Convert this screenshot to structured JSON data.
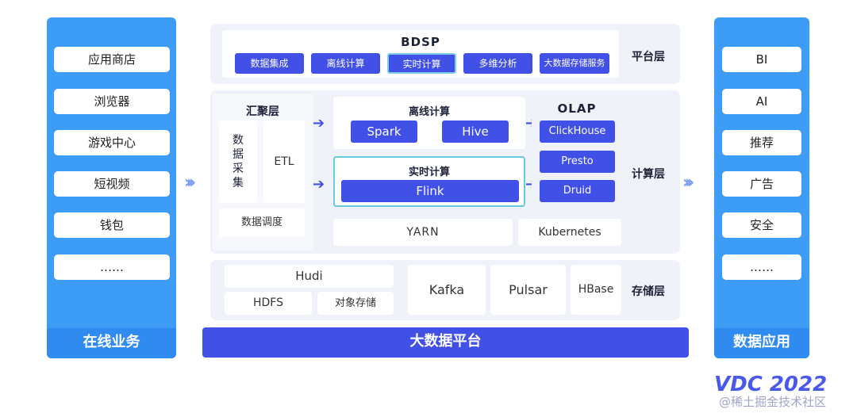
{
  "left": {
    "items": [
      "应用商店",
      "浏览器",
      "游戏中心",
      "短视频",
      "钱包",
      "……"
    ],
    "title": "在线业务"
  },
  "right": {
    "items": [
      "BI",
      "AI",
      "推荐",
      "广告",
      "安全",
      "……"
    ],
    "title": "数据应用"
  },
  "platform": {
    "title": "BDSP",
    "items": [
      "数据集成",
      "离线计算",
      "实时计算",
      "多维分析",
      "大数据存储服务"
    ],
    "layer": "平台层"
  },
  "compute": {
    "agg_title": "汇聚层",
    "collect": "数\n据\n采\n集",
    "etl": "ETL",
    "schedule": "数据调度",
    "offline_title": "离线计算",
    "spark": "Spark",
    "hive": "Hive",
    "realtime_title": "实时计算",
    "flink": "Flink",
    "olap_title": "OLAP",
    "clickhouse": "ClickHouse",
    "presto": "Presto",
    "druid": "Druid",
    "yarn": "YARN",
    "kubernetes": "Kubernetes",
    "layer": "计算层"
  },
  "storage": {
    "hudi": "Hudi",
    "hdfs": "HDFS",
    "object": "对象存储",
    "kafka": "Kafka",
    "pulsar": "Pulsar",
    "hbase": "HBase",
    "layer": "存储层"
  },
  "bottom_bar": "大数据平台",
  "watermark": {
    "logo": "VDC 2022",
    "community": "@稀土掘金技术社区"
  },
  "colors": {
    "column_blue": "#3d9cf5",
    "accent_blue": "#4150e6",
    "panel": "#eff2f9"
  }
}
